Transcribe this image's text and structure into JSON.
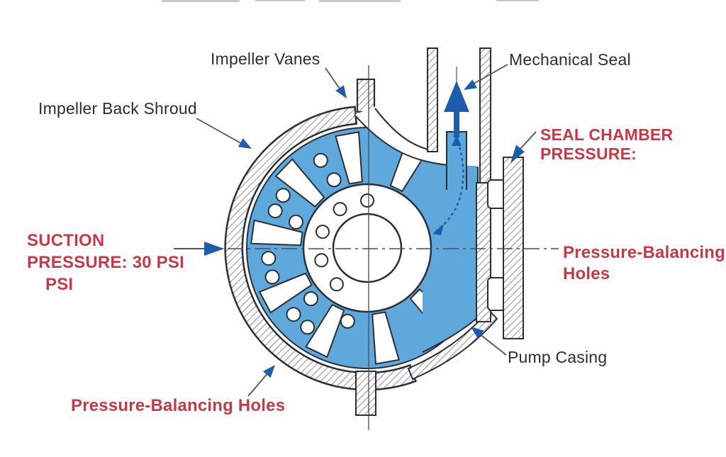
{
  "diagram": {
    "type": "centrifugal-pump-cross-section",
    "labels": {
      "impeller_vanes": "Impeller Vanes",
      "mechanical_seal": "Mechanical Seal",
      "impeller_back_shroud": "Impeller Back Shroud",
      "seal_chamber_line1": "SEAL CHAMBER",
      "seal_chamber_line2": "PRESSURE:",
      "suction_line1": "SUCTION",
      "suction_line2": "PRESSURE: 30 PSI",
      "suction_line3": "PSI",
      "pb_right_line1": "Pressure-Balancing",
      "pb_right_line2": "Holes",
      "pump_casing": "Pump Casing",
      "pb_bottom": "Pressure-Balancing Holes"
    },
    "icons": {
      "suction_arrow": "right-arrow",
      "seal_flow_arrow": "up-arrow",
      "recirculation_arrow": "curved-double-arrow",
      "leader_arrowheads": "triangle-arrowhead"
    },
    "colors": {
      "fluid_blue": "#5FA8DB",
      "arrow_blue": "#1D5CAA",
      "label_red": "#C23B46",
      "label_black": "#2B2D33",
      "ink_outline": "#2B2E35",
      "leader_line": "#4A5663"
    }
  }
}
